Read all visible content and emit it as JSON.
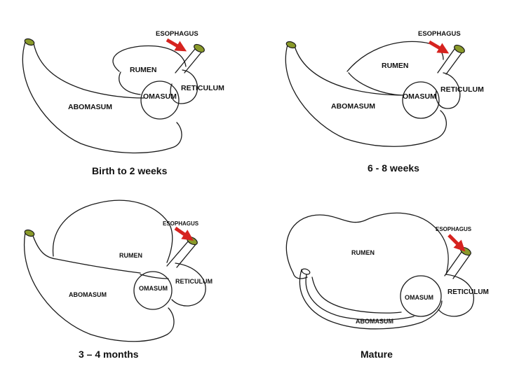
{
  "panels": [
    {
      "caption": "Birth to 2 weeks",
      "labels": {
        "esophagus": "ESOPHAGUS",
        "rumen": "RUMEN",
        "reticulum": "RETICULUM",
        "omasum": "OMASUM",
        "abomasum": "ABOMASUM"
      }
    },
    {
      "caption": "6 - 8 weeks",
      "labels": {
        "esophagus": "ESOPHAGUS",
        "rumen": "RUMEN",
        "reticulum": "RETICULUM",
        "omasum": "OMASUM",
        "abomasum": "ABOMASUM"
      }
    },
    {
      "caption": "3 – 4 months",
      "labels": {
        "esophagus": "ESOPHAGUS",
        "rumen": "RUMEN",
        "reticulum": "RETICULUM",
        "omasum": "OMASUM",
        "abomasum": "ABOMASUM"
      }
    },
    {
      "caption": "Mature",
      "labels": {
        "esophagus": "ESOPHAGUS",
        "rumen": "RUMEN",
        "reticulum": "RETICULUM",
        "omasum": "OMASUM",
        "abomasum": "ABOMASUM"
      }
    }
  ],
  "colors": {
    "arrow": "#d6231f",
    "esophagus_opening": "#8a9a2a",
    "outline": "#1a1a1a"
  }
}
